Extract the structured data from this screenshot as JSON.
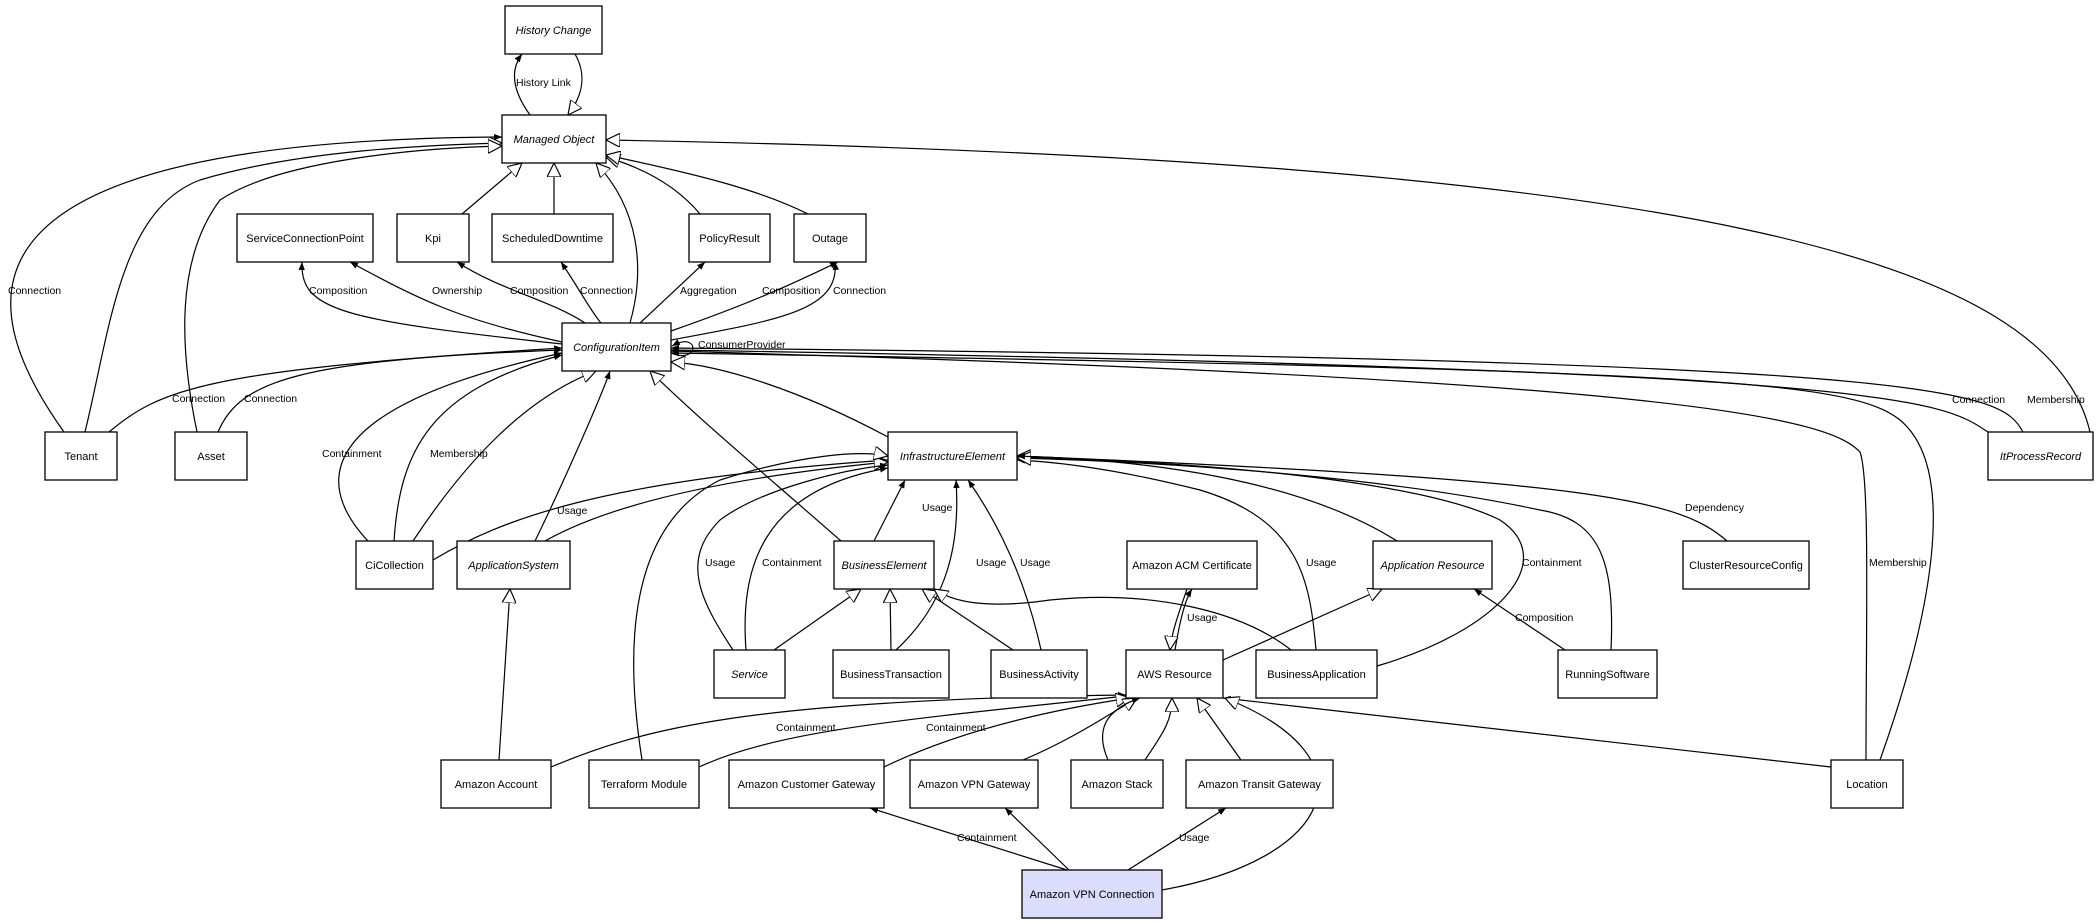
{
  "nodes": {
    "history_change": {
      "label": "History Change",
      "abstract": true
    },
    "managed_object": {
      "label": "Managed Object",
      "abstract": true
    },
    "service_connection_point": {
      "label": "ServiceConnectionPoint",
      "abstract": false
    },
    "kpi": {
      "label": "Kpi",
      "abstract": false
    },
    "scheduled_downtime": {
      "label": "ScheduledDowntime",
      "abstract": false
    },
    "policy_result": {
      "label": "PolicyResult",
      "abstract": false
    },
    "outage": {
      "label": "Outage",
      "abstract": false
    },
    "configuration_item": {
      "label": "ConfigurationItem",
      "abstract": true
    },
    "tenant": {
      "label": "Tenant",
      "abstract": false
    },
    "asset": {
      "label": "Asset",
      "abstract": false
    },
    "infrastructure_element": {
      "label": "InfrastructureElement",
      "abstract": true
    },
    "it_process_record": {
      "label": "ItProcessRecord",
      "abstract": true
    },
    "ci_collection": {
      "label": "CiCollection",
      "abstract": false
    },
    "application_system": {
      "label": "ApplicationSystem",
      "abstract": true
    },
    "business_element": {
      "label": "BusinessElement",
      "abstract": true
    },
    "amazon_acm_certificate": {
      "label": "Amazon ACM Certificate",
      "abstract": false
    },
    "application_resource": {
      "label": "Application Resource",
      "abstract": true
    },
    "cluster_resource_config": {
      "label": "ClusterResourceConfig",
      "abstract": false
    },
    "service": {
      "label": "Service",
      "abstract": true
    },
    "business_transaction": {
      "label": "BusinessTransaction",
      "abstract": false
    },
    "business_activity": {
      "label": "BusinessActivity",
      "abstract": false
    },
    "aws_resource": {
      "label": "AWS Resource",
      "abstract": false
    },
    "business_application": {
      "label": "BusinessApplication",
      "abstract": false
    },
    "running_software": {
      "label": "RunningSoftware",
      "abstract": false
    },
    "amazon_account": {
      "label": "Amazon Account",
      "abstract": false
    },
    "terraform_module": {
      "label": "Terraform Module",
      "abstract": false
    },
    "amazon_customer_gateway": {
      "label": "Amazon Customer Gateway",
      "abstract": false
    },
    "amazon_vpn_gateway": {
      "label": "Amazon VPN Gateway",
      "abstract": false
    },
    "amazon_stack": {
      "label": "Amazon Stack",
      "abstract": false
    },
    "amazon_transit_gateway": {
      "label": "Amazon Transit Gateway",
      "abstract": false
    },
    "location": {
      "label": "Location",
      "abstract": false
    },
    "amazon_vpn_connection": {
      "label": "Amazon VPN Connection",
      "abstract": false,
      "highlighted": true
    }
  },
  "edges": [
    {
      "from": "managed_object",
      "to": "history_change",
      "type": "association",
      "label": "History Link"
    },
    {
      "from": "history_change",
      "to": "managed_object",
      "type": "inheritance",
      "label": ""
    },
    {
      "from": "tenant",
      "to": "managed_object",
      "type": "association",
      "label": "Connection"
    },
    {
      "from": "tenant",
      "to": "managed_object",
      "type": "inheritance",
      "label": ""
    },
    {
      "from": "asset",
      "to": "managed_object",
      "type": "inheritance",
      "label": ""
    },
    {
      "from": "kpi",
      "to": "managed_object",
      "type": "inheritance",
      "label": ""
    },
    {
      "from": "scheduled_downtime",
      "to": "managed_object",
      "type": "inheritance",
      "label": ""
    },
    {
      "from": "configuration_item",
      "to": "managed_object",
      "type": "inheritance",
      "label": ""
    },
    {
      "from": "policy_result",
      "to": "managed_object",
      "type": "inheritance",
      "label": ""
    },
    {
      "from": "outage",
      "to": "managed_object",
      "type": "inheritance",
      "label": ""
    },
    {
      "from": "it_process_record",
      "to": "managed_object",
      "type": "inheritance",
      "label": ""
    },
    {
      "from": "configuration_item",
      "to": "service_connection_point",
      "type": "association",
      "label": "Composition"
    },
    {
      "from": "configuration_item",
      "to": "service_connection_point",
      "type": "association",
      "label": "Ownership"
    },
    {
      "from": "configuration_item",
      "to": "kpi",
      "type": "association",
      "label": "Composition"
    },
    {
      "from": "configuration_item",
      "to": "scheduled_downtime",
      "type": "association",
      "label": "Connection"
    },
    {
      "from": "configuration_item",
      "to": "policy_result",
      "type": "association",
      "label": "Aggregation"
    },
    {
      "from": "configuration_item",
      "to": "outage",
      "type": "association",
      "label": "Composition"
    },
    {
      "from": "configuration_item",
      "to": "outage",
      "type": "association",
      "label": "Connection"
    },
    {
      "from": "configuration_item",
      "to": "configuration_item",
      "type": "association",
      "label": "ConsumerProvider"
    },
    {
      "from": "tenant",
      "to": "configuration_item",
      "type": "association",
      "label": "Connection"
    },
    {
      "from": "asset",
      "to": "configuration_item",
      "type": "association",
      "label": "Connection"
    },
    {
      "from": "ci_collection",
      "to": "configuration_item",
      "type": "association",
      "label": "Containment"
    },
    {
      "from": "ci_collection",
      "to": "configuration_item",
      "type": "association",
      "label": "Membership"
    },
    {
      "from": "ci_collection",
      "to": "configuration_item",
      "type": "inheritance",
      "label": ""
    },
    {
      "from": "application_system",
      "to": "configuration_item",
      "type": "association",
      "label": "Aggregation"
    },
    {
      "from": "business_element",
      "to": "configuration_item",
      "type": "inheritance",
      "label": ""
    },
    {
      "from": "infrastructure_element",
      "to": "configuration_item",
      "type": "inheritance",
      "label": ""
    },
    {
      "from": "it_process_record",
      "to": "configuration_item",
      "type": "association",
      "label": "Connection"
    },
    {
      "from": "it_process_record",
      "to": "configuration_item",
      "type": "association",
      "label": "Membership"
    },
    {
      "from": "location",
      "to": "configuration_item",
      "type": "association",
      "label": "Membership"
    },
    {
      "from": "location",
      "to": "configuration_item",
      "type": "association",
      "label": ""
    },
    {
      "from": "ci_collection",
      "to": "infrastructure_element",
      "type": "association",
      "label": "Usage"
    },
    {
      "from": "application_system",
      "to": "infrastructure_element",
      "type": "inheritance",
      "label": ""
    },
    {
      "from": "business_element",
      "to": "infrastructure_element",
      "type": "association",
      "label": "Usage"
    },
    {
      "from": "service",
      "to": "infrastructure_element",
      "type": "association",
      "label": "Usage"
    },
    {
      "from": "service",
      "to": "infrastructure_element",
      "type": "association",
      "label": "Containment"
    },
    {
      "from": "terraform_module",
      "to": "infrastructure_element",
      "type": "inheritance",
      "label": ""
    },
    {
      "from": "business_transaction",
      "to": "infrastructure_element",
      "type": "association",
      "label": "Usage"
    },
    {
      "from": "business_activity",
      "to": "infrastructure_element",
      "type": "association",
      "label": "Usage"
    },
    {
      "from": "business_application",
      "to": "infrastructure_element",
      "type": "association",
      "label": "Usage"
    },
    {
      "from": "application_resource",
      "to": "infrastructure_element",
      "type": "inheritance",
      "label": ""
    },
    {
      "from": "business_application",
      "to": "infrastructure_element",
      "type": "association",
      "label": "Containment"
    },
    {
      "from": "running_software",
      "to": "infrastructure_element",
      "type": "inheritance",
      "label": ""
    },
    {
      "from": "cluster_resource_config",
      "to": "infrastructure_element",
      "type": "association",
      "label": "Dependency"
    },
    {
      "from": "service",
      "to": "business_element",
      "type": "inheritance",
      "label": ""
    },
    {
      "from": "business_transaction",
      "to": "business_element",
      "type": "inheritance",
      "label": ""
    },
    {
      "from": "business_activity",
      "to": "business_element",
      "type": "inheritance",
      "label": ""
    },
    {
      "from": "business_application",
      "to": "business_element",
      "type": "inheritance",
      "label": ""
    },
    {
      "from": "amazon_account",
      "to": "application_system",
      "type": "inheritance",
      "label": ""
    },
    {
      "from": "aws_resource",
      "to": "amazon_acm_certificate",
      "type": "association",
      "label": "Usage"
    },
    {
      "from": "amazon_acm_certificate",
      "to": "aws_resource",
      "type": "inheritance",
      "label": ""
    },
    {
      "from": "aws_resource",
      "to": "application_resource",
      "type": "inheritance",
      "label": ""
    },
    {
      "from": "running_software",
      "to": "application_resource",
      "type": "association",
      "label": "Composition"
    },
    {
      "from": "amazon_account",
      "to": "aws_resource",
      "type": "association",
      "label": "Containment"
    },
    {
      "from": "terraform_module",
      "to": "aws_resource",
      "type": "association",
      "label": "Containment"
    },
    {
      "from": "amazon_customer_gateway",
      "to": "aws_resource",
      "type": "inheritance",
      "label": ""
    },
    {
      "from": "amazon_vpn_gateway",
      "to": "aws_resource",
      "type": "inheritance",
      "label": ""
    },
    {
      "from": "amazon_stack",
      "to": "aws_resource",
      "type": "association",
      "label": "Containment"
    },
    {
      "from": "amazon_stack",
      "to": "aws_resource",
      "type": "inheritance",
      "label": ""
    },
    {
      "from": "amazon_transit_gateway",
      "to": "aws_resource",
      "type": "inheritance",
      "label": ""
    },
    {
      "from": "location",
      "to": "aws_resource",
      "type": "association",
      "label": "Containment"
    },
    {
      "from": "amazon_vpn_connection",
      "to": "aws_resource",
      "type": "inheritance",
      "label": ""
    },
    {
      "from": "amazon_vpn_connection",
      "to": "amazon_customer_gateway",
      "type": "association",
      "label": "Usage"
    },
    {
      "from": "amazon_vpn_connection",
      "to": "amazon_vpn_gateway",
      "type": "association",
      "label": "Usage"
    },
    {
      "from": "amazon_vpn_connection",
      "to": "amazon_transit_gateway",
      "type": "association",
      "label": "Usage"
    }
  ]
}
